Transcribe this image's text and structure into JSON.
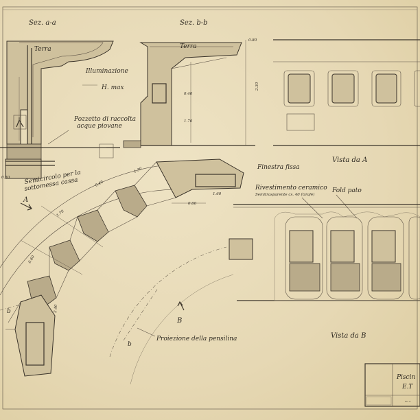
{
  "section_labels": {
    "aa": "Sez. a-a",
    "bb": "Sez. b-b"
  },
  "notes": {
    "terra_1": "Terra",
    "terra_2": "Terra",
    "illuminazione": "Illuminazione",
    "h_max": "H. max",
    "pozzetto_line1": "Pozzetto di raccolta",
    "pozzetto_line2": "acque piovane",
    "finestra": "Finestra fissa",
    "vista_a": "Vista da A",
    "vista_b": "Vista da B",
    "rivestimento_line1": "Rivestimento ceramico",
    "rivestimento_line2": "Semitrasparente cs. 40 (Grafe)",
    "faldaletto": "Fold pato",
    "semicircolo_line1": "Semicircolo per la",
    "semicircolo_line2": "sottomessa cassa",
    "proiezione": "Proiezione della pensilina",
    "marker_a": "A",
    "marker_b": "B",
    "marker_b_small": "b",
    "marker_b_small2": "b"
  },
  "dimensions": {
    "d1": "0.80",
    "d2": "2.30",
    "d3": "1.60",
    "d4": "1.30",
    "d5": "0.40",
    "d6": "1.70",
    "d7": "0.40",
    "d8": "1.70",
    "d9": "0.60",
    "d10": "2.40",
    "d11": "0.60",
    "d12": "0.50"
  },
  "title_block": {
    "line1": "Piscin",
    "line2": "E.T"
  },
  "stamp_text": "N.o 4"
}
